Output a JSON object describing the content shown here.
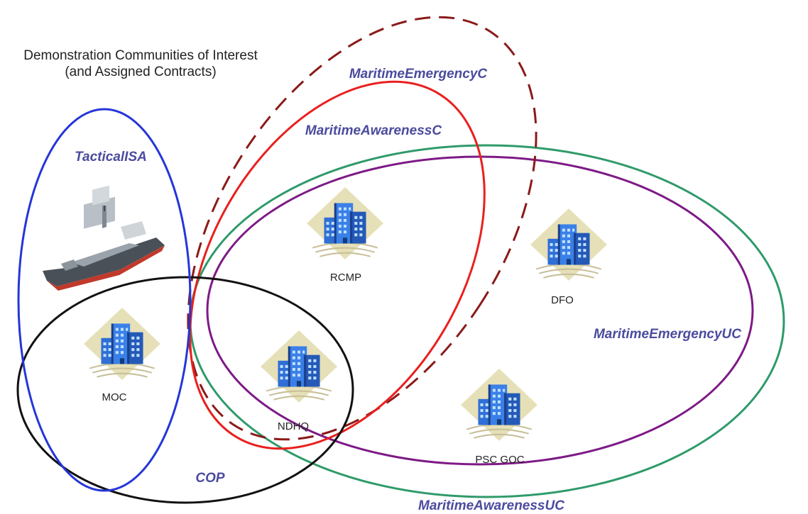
{
  "title": {
    "line1": "Demonstration Communities of Interest",
    "line2": "(and Assigned Contracts)"
  },
  "communities": [
    {
      "key": "maritime_emergency_c",
      "label": "MaritimeEmergencyC",
      "color": "#8b1a1a",
      "style": "dashed"
    },
    {
      "key": "maritime_awareness_c",
      "label": "MaritimeAwarenessC",
      "color": "#e8201e",
      "style": "solid"
    },
    {
      "key": "tactical_isa",
      "label": "TacticalISA",
      "color": "#2436d8",
      "style": "solid"
    },
    {
      "key": "cop",
      "label": "COP",
      "color": "#111111",
      "style": "solid"
    },
    {
      "key": "maritime_emergency_uc",
      "label": "MaritimeEmergencyUC",
      "color": "#7d1a86",
      "style": "solid"
    },
    {
      "key": "maritime_awareness_uc",
      "label": "MaritimeAwarenessUC",
      "color": "#2e9a6a",
      "style": "solid"
    }
  ],
  "nodes": [
    {
      "key": "rcmp",
      "label": "RCMP",
      "icon": "building-icon"
    },
    {
      "key": "dfo",
      "label": "DFO",
      "icon": "building-icon"
    },
    {
      "key": "moc",
      "label": "MOC",
      "icon": "building-icon"
    },
    {
      "key": "ndhq",
      "label": "NDHQ",
      "icon": "building-icon"
    },
    {
      "key": "psc_goc",
      "label": "PSC GOC",
      "icon": "building-icon"
    },
    {
      "key": "ship",
      "label": "",
      "icon": "warship-icon"
    }
  ],
  "colors": {
    "label_text": "#4b4b9e",
    "building_blue": "#2f6fd6",
    "building_backdrop": "#e6e0b8"
  }
}
